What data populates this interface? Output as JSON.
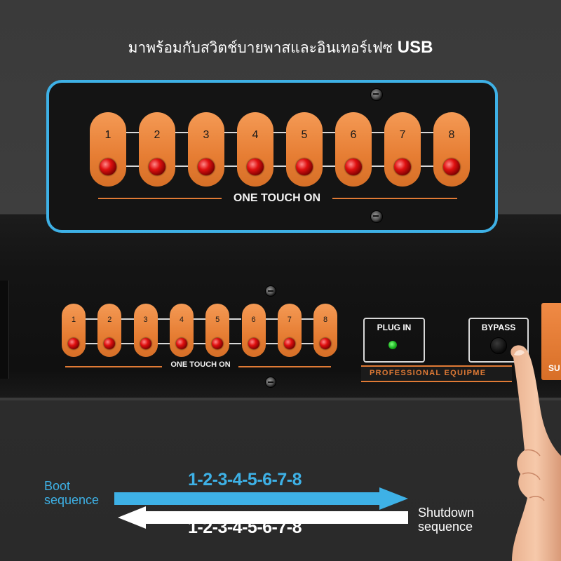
{
  "headline": {
    "thai": "มาพร้อมกับสวิตช์บายพาสและอินเทอร์เฟซ",
    "usb": "USB"
  },
  "panel": {
    "channels": [
      "1",
      "2",
      "3",
      "4",
      "5",
      "6",
      "7",
      "8"
    ],
    "one_touch_label": "ONE TOUCH ON"
  },
  "plug_in": {
    "label": "PLUG IN"
  },
  "bypass": {
    "label": "BYPASS"
  },
  "professional_text": "PROFESSIONAL EQUIPME",
  "side_block_text": "SU",
  "sequence": {
    "boot_label_1": "Boot",
    "boot_label_2": "sequence",
    "shutdown_label_1": "Shutdown",
    "shutdown_label_2": "sequence",
    "boot_order": "1-2-3-4-5-6-7-8",
    "shutdown_order": "1-2-3-4-5-6-7-8"
  },
  "colors": {
    "accent_blue": "#3eb1e6",
    "orange": "#e67d33",
    "led_red": "#e01010",
    "led_green": "#19b21e"
  }
}
